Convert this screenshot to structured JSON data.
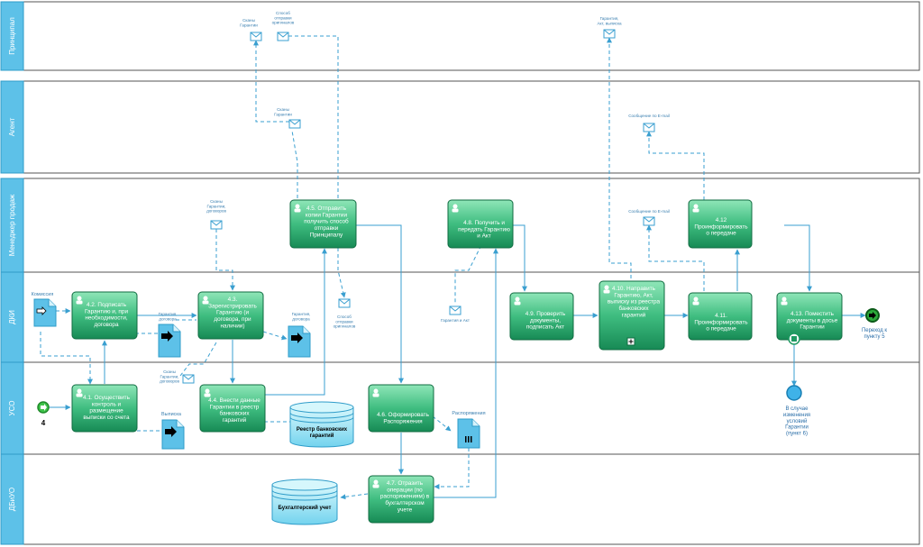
{
  "lanes": [
    {
      "id": "principal",
      "label": "Принципал"
    },
    {
      "id": "agent",
      "label": "Агент"
    },
    {
      "id": "manager",
      "label": "Менеджер продаж"
    },
    {
      "id": "dki",
      "label": "ДКИ"
    },
    {
      "id": "uso",
      "label": "УСО"
    },
    {
      "id": "dbiu",
      "label": "ДБиУО"
    }
  ],
  "tasks": {
    "t41": "4.1. Осуществить|контроль и|размещение|выписки со счета",
    "t42": "4.2. Подписать|Гарантию и, при|необходимости,|договора",
    "t43": "4.3.|Зарегистрировать|Гарантию (и|договора, при|наличии)",
    "t44": "4.4. Внести данные|Гарантии в реестр|банковских|гарантий",
    "t45": "4.5. Отправить|копии Гарантии|получить способ|отправки|Принципалу",
    "t46": "4.6. Оформировать|Распоряжения",
    "t47": "4.7. Отразить|операции (по|распоряжениям) в|бухгалтерском|учете",
    "t48": "4.8. Получить и|передать Гарантию|и Акт",
    "t49": "4.9. Проверить|документы,|подписать Акт",
    "t410": "4.10. Направить|Гарантию, Акт,|выписку из реестра|банковских|гарантий",
    "t411": "4.11.|Проинформировать|о передаче",
    "t412": "4.12|Проинформировать|о передаче",
    "t413": "4.13. Поместить|документы в досье|Гарантии"
  },
  "labels": {
    "start_num": "4",
    "kommissiya": "Комиссия",
    "garantiya_dogovora_1": "Гарантия,|договора",
    "garantiya_dogovora_2": "Гарантия,|договора",
    "vypiska": "Выписка",
    "rasporyazheniya": "Распоряжения",
    "skany_dogovorov": "Сканы|Гарантии,|договоров",
    "skany_dogovorov_2": "Сканы|Гарантии,|договоров",
    "skany_garantii_1": "Сканы|Гарантии",
    "skany_garantii_2": "Сканы|Гарантии",
    "sposob_otpravki_1": "Способ|отправки|оригиналов",
    "sposob_otpravki_2": "Способ|отправки|оригиналов",
    "garantiya_akt": "Гарантия и Акт",
    "garantiya_akt_vypiska": "Гарантия,|Акт, выписка",
    "soobshchenie_1": "Сообщение по E-mail",
    "soobshchenie_2": "Сообщение по E-mail",
    "reestr": "Реестр банковских|гарантий",
    "buh_uchet": "Бухгалтерский учет",
    "perekhod": "Переход к|пункту 5",
    "izmenenie": "В случае|изменения|условий|Гарантии|(пункт 6)"
  },
  "colors": {
    "lane_header": "#5dc1e8",
    "lane_header_border": "#2f9cc9",
    "task_top": "#8fe0b4",
    "task_bottom": "#1f9a63",
    "task_border": "#0f6b40",
    "flow": "#3a9fd0",
    "message_flow": "#3a9fd0",
    "start_event": "#3fc34a",
    "end_event": "#2ca93a",
    "intermediate": "#3fb2e8",
    "store": "#9ee6f5"
  }
}
